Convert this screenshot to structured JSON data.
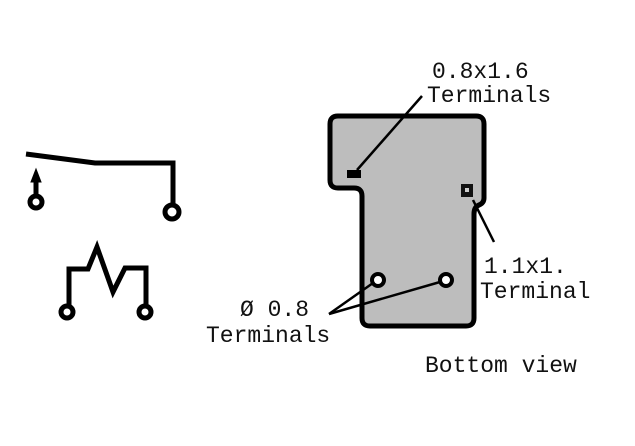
{
  "labels": {
    "rect_terminal_size": "0.8x1.6",
    "rect_terminal_word": "Terminals",
    "square_terminal_size": "1.1x1.",
    "square_terminal_word": "Terminal",
    "round_terminal_size": "Ø 0.8",
    "round_terminal_word": "Terminals",
    "view_caption": "Bottom view"
  },
  "colors": {
    "body_fill": "#bdbdbd",
    "stroke": "#000000"
  }
}
